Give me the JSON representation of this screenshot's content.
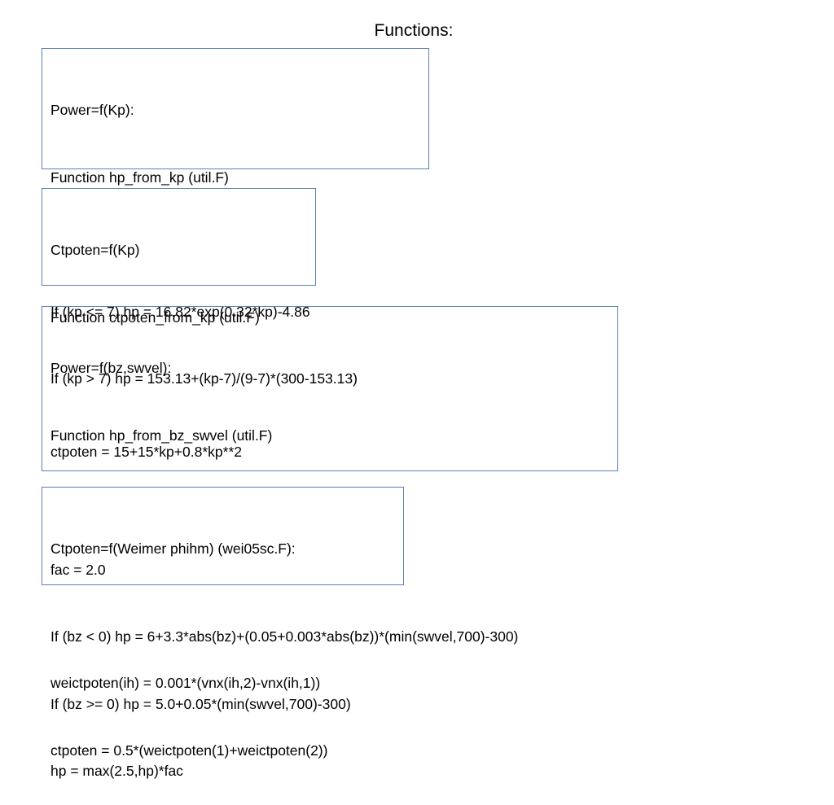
{
  "title": "Functions:",
  "boxes": [
    {
      "lines": [
        "Power=f(Kp):",
        "Function hp_from_kp (util.F)",
        "",
        "If (kp <= 7) hp = 16.82*exp(0.32*kp)-4.86",
        "If (kp > 7) hp = 153.13+(kp-7)/(9-7)*(300-153.13)"
      ]
    },
    {
      "lines": [
        "Ctpoten=f(Kp)",
        "Function ctpoten_from_kp (util.F)",
        "",
        "ctpoten = 15+15*kp+0.8*kp**2"
      ]
    },
    {
      "lines": [
        "Power=f(bz,swvel):",
        "Function hp_from_bz_swvel (util.F)",
        "",
        "fac = 2.0",
        "If (bz < 0) hp = 6+3.3*abs(bz)+(0.05+0.003*abs(bz))*(min(swvel,700)-300)",
        "If (bz >= 0) hp = 5.0+0.05*(min(swvel,700)-300)",
        "hp = max(2.5,hp)*fac"
      ]
    },
    {
      "lines": [
        "Ctpoten=f(Weimer phihm) (wei05sc.F):",
        "",
        "weictpoten(ih) = 0.001*(vnx(ih,2)-vnx(ih,1))",
        "ctpoten = 0.5*(weictpoten(1)+weictpoten(2))"
      ]
    }
  ]
}
